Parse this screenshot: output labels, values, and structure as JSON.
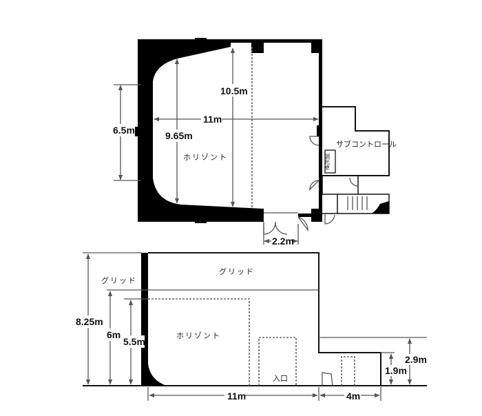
{
  "plan": {
    "dimensions": {
      "depth_center": "10.5m",
      "width": "11m",
      "depth_horizon": "9.65m",
      "side": "6.5m",
      "door": "2.2m"
    },
    "labels": {
      "horizon": "ホリゾント",
      "sub_control": "サブコントロール",
      "dimmer": "調光卓"
    }
  },
  "section": {
    "dimensions": {
      "total_height": "8.25m",
      "grid_height": "6m",
      "horizon_height": "5.5m",
      "width": "11m",
      "annex_width": "4m",
      "annex_outer": "2.9m",
      "annex_inner": "1.9m"
    },
    "labels": {
      "grid_outer": "グリッド",
      "grid_inner": "グリッド",
      "horizon": "ホリゾント",
      "entrance": "入口"
    }
  }
}
